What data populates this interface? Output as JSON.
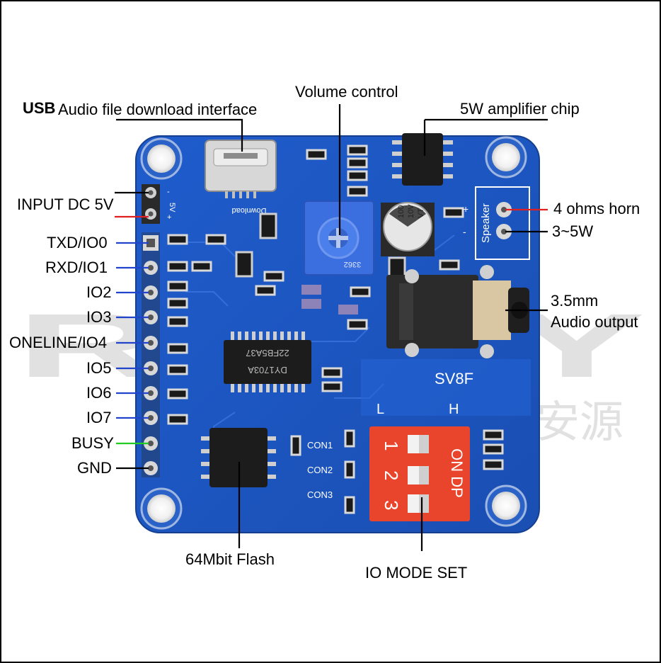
{
  "labels": {
    "usb_prefix": "USB",
    "usb_text": "Audio file download interface",
    "volume": "Volume control",
    "amp": "5W  amplifier chip",
    "input_dc": "INPUT DC 5V",
    "txd": "TXD/IO0",
    "rxd": "RXD/IO1",
    "io2": "IO2",
    "io3": "IO3",
    "oneline": "ONELINE/IO4",
    "io5": "IO5",
    "io6": "IO6",
    "io7": "IO7",
    "busy": "BUSY",
    "gnd": "GND",
    "horn": "4 ohms horn",
    "horn_power": "3~5W",
    "audio_size": "3.5mm",
    "audio_out": "Audio output",
    "flash": "64Mbit Flash",
    "io_mode": "IO MODE SET"
  },
  "board": {
    "model": "SV8F",
    "download": "Download",
    "speaker": "Speaker",
    "con1": "CON1",
    "con2": "CON2",
    "con3": "CON3",
    "sw_on_dp": "ON DP",
    "sw_l": "L",
    "sw_h": "H",
    "sw1": "1",
    "sw2": "2",
    "sw3": "3",
    "ic_top1": "22FB5A37",
    "ic_top2": "DY1703A",
    "cap_100": "100",
    "cap_10v": "10V",
    "cap_vt": "VT",
    "pot_code": "3362",
    "pwr_minus": "-",
    "pwr_5v": "5V",
    "pwr_plus": "+"
  },
  "watermark": {
    "text": "RUIXY",
    "cjk": "安源"
  },
  "colors": {
    "board_blue": "#1d58c4",
    "line_blue": "#2244cc",
    "line_red": "#e02020",
    "line_green": "#22cc22",
    "switch_red": "#e8452c"
  }
}
